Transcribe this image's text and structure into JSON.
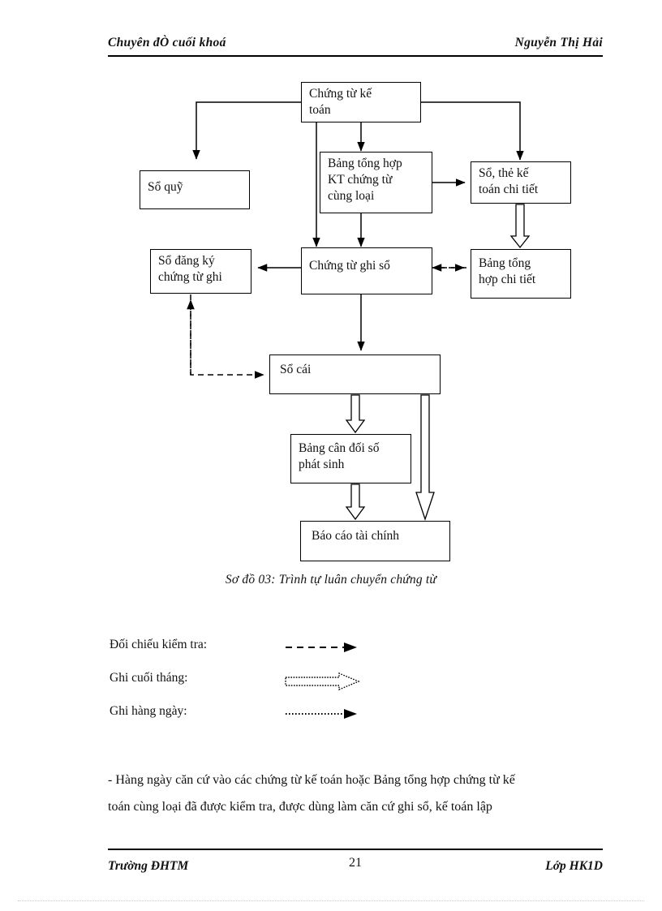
{
  "header": {
    "left": "Chuyên đÒ cuối khoá",
    "right": "Nguyễn Thị Hải"
  },
  "diagram": {
    "caption": "Sơ đồ 03: Trình tự luân chuyển chứng từ",
    "boxes": [
      {
        "id": "chung-tu-ke-toan",
        "lines": [
          "Chứng từ kế",
          "toán"
        ]
      },
      {
        "id": "so-quy",
        "lines": [
          "Sổ quỹ"
        ]
      },
      {
        "id": "bang-tong-hop-kt",
        "lines": [
          "Bảng tổng hợp",
          "KT chứng từ",
          "cùng loại"
        ]
      },
      {
        "id": "so-the-ke-toan-chi-tiet",
        "lines": [
          "Sổ, thẻ kế",
          "toán chi tiết"
        ]
      },
      {
        "id": "so-dang-ky",
        "lines": [
          "Sổ đăng ký",
          "chứng từ ghi"
        ]
      },
      {
        "id": "chung-tu-ghi-so",
        "lines": [
          "Chứng từ ghi  sổ"
        ]
      },
      {
        "id": "bang-tong-hop-chi-tiet",
        "lines": [
          "Bảng tổng",
          "hợp chi tiết"
        ]
      },
      {
        "id": "so-cai",
        "lines": [
          "Sổ cái"
        ]
      },
      {
        "id": "bang-can-doi",
        "lines": [
          "Bảng cân đối số",
          "phát sinh"
        ]
      },
      {
        "id": "bao-cao-tai-chinh",
        "lines": [
          "Báo cáo tài  chính"
        ]
      }
    ]
  },
  "legend": [
    {
      "label": "Đối chiếu kiểm tra:",
      "art": "dashed-arrow"
    },
    {
      "label": "Ghi cuối tháng:",
      "art": "hollow-block-arrow"
    },
    {
      "label": "Ghi hàng ngày:",
      "art": "dotted-arrow"
    }
  ],
  "body": {
    "line1": "- Hàng ngày căn cứ vào các chứng từ kế toán hoặc Bảng tổng hợp chứng từ kế",
    "line2": "toán cùng loại đã được kiểm tra, được dùng làm căn cứ ghi sổ, kế toán lập"
  },
  "footer": {
    "left": "Trường ĐHTM",
    "page": "21",
    "right": "Lớp HK1D"
  },
  "colors": {
    "ink": "#111111",
    "rule": "#000000",
    "paper": "#ffffff"
  }
}
